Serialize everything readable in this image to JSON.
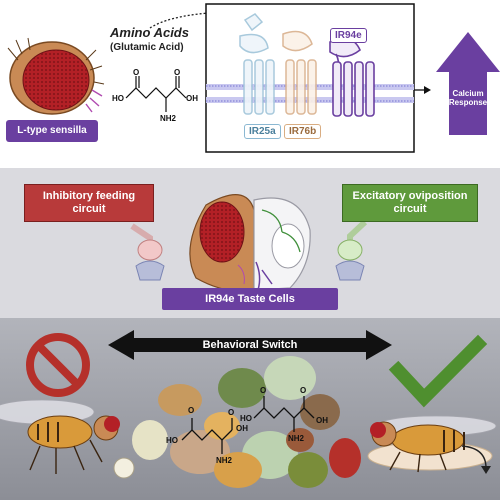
{
  "top": {
    "amino_title": "Amino Acids",
    "amino_sub": "(Glutamic Acid)",
    "sensilla_label": "L-type sensilla",
    "receptor_ir94e": "IR94e",
    "receptor_ir25a": "IR25a",
    "receptor_ir76b": "IR76b",
    "calcium_label": "Calcium Response",
    "chem_labels": [
      "HO",
      "O",
      "O",
      "OH",
      "NH2"
    ]
  },
  "middle": {
    "inhibitory_label": "Inhibitory feeding circuit",
    "excitatory_label": "Excitatory oviposition circuit",
    "taste_cells_label": "IR94e Taste Cells"
  },
  "bottom": {
    "switch_label": "Behavioral Switch",
    "chem_labels": [
      "O",
      "OH",
      "HO",
      "O",
      "NH2",
      "HO",
      "O",
      "OH",
      "NH2",
      "O"
    ]
  },
  "colors": {
    "purple": "#6a3fa0",
    "red_box": "#b83a3a",
    "green_box": "#5f9a3c",
    "check_green": "#4f8f2f",
    "prohibition_red": "#b5302a",
    "panel_gray": "#d9d9dd",
    "bottom_gray": "#9ea0a8"
  }
}
